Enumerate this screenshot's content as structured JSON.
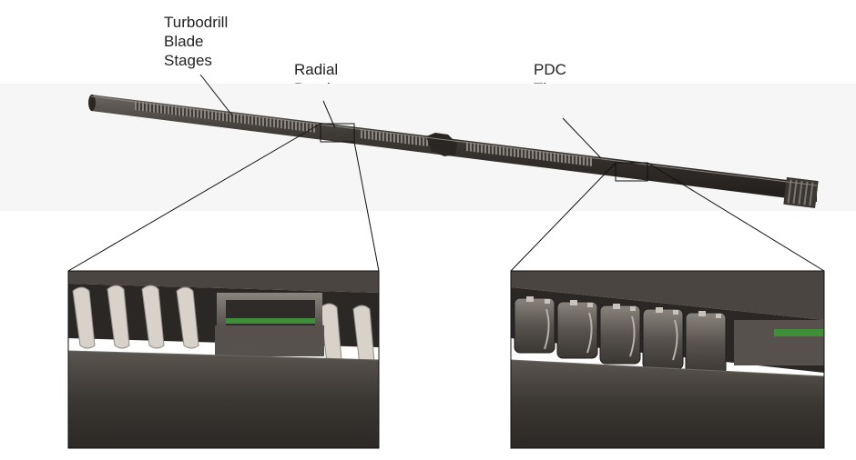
{
  "labels": {
    "turbodrill": "Turbodrill\nBlade\nStages",
    "radial": "Radial\nBearing",
    "pdc": "PDC\nThrust\nBearings"
  },
  "colors": {
    "shaft_dark": "#2e2b28",
    "shaft_mid": "#4a4540",
    "blade_light": "#cfc9c2",
    "green_seal": "#3f8f3a",
    "housing": "#3a3632"
  }
}
